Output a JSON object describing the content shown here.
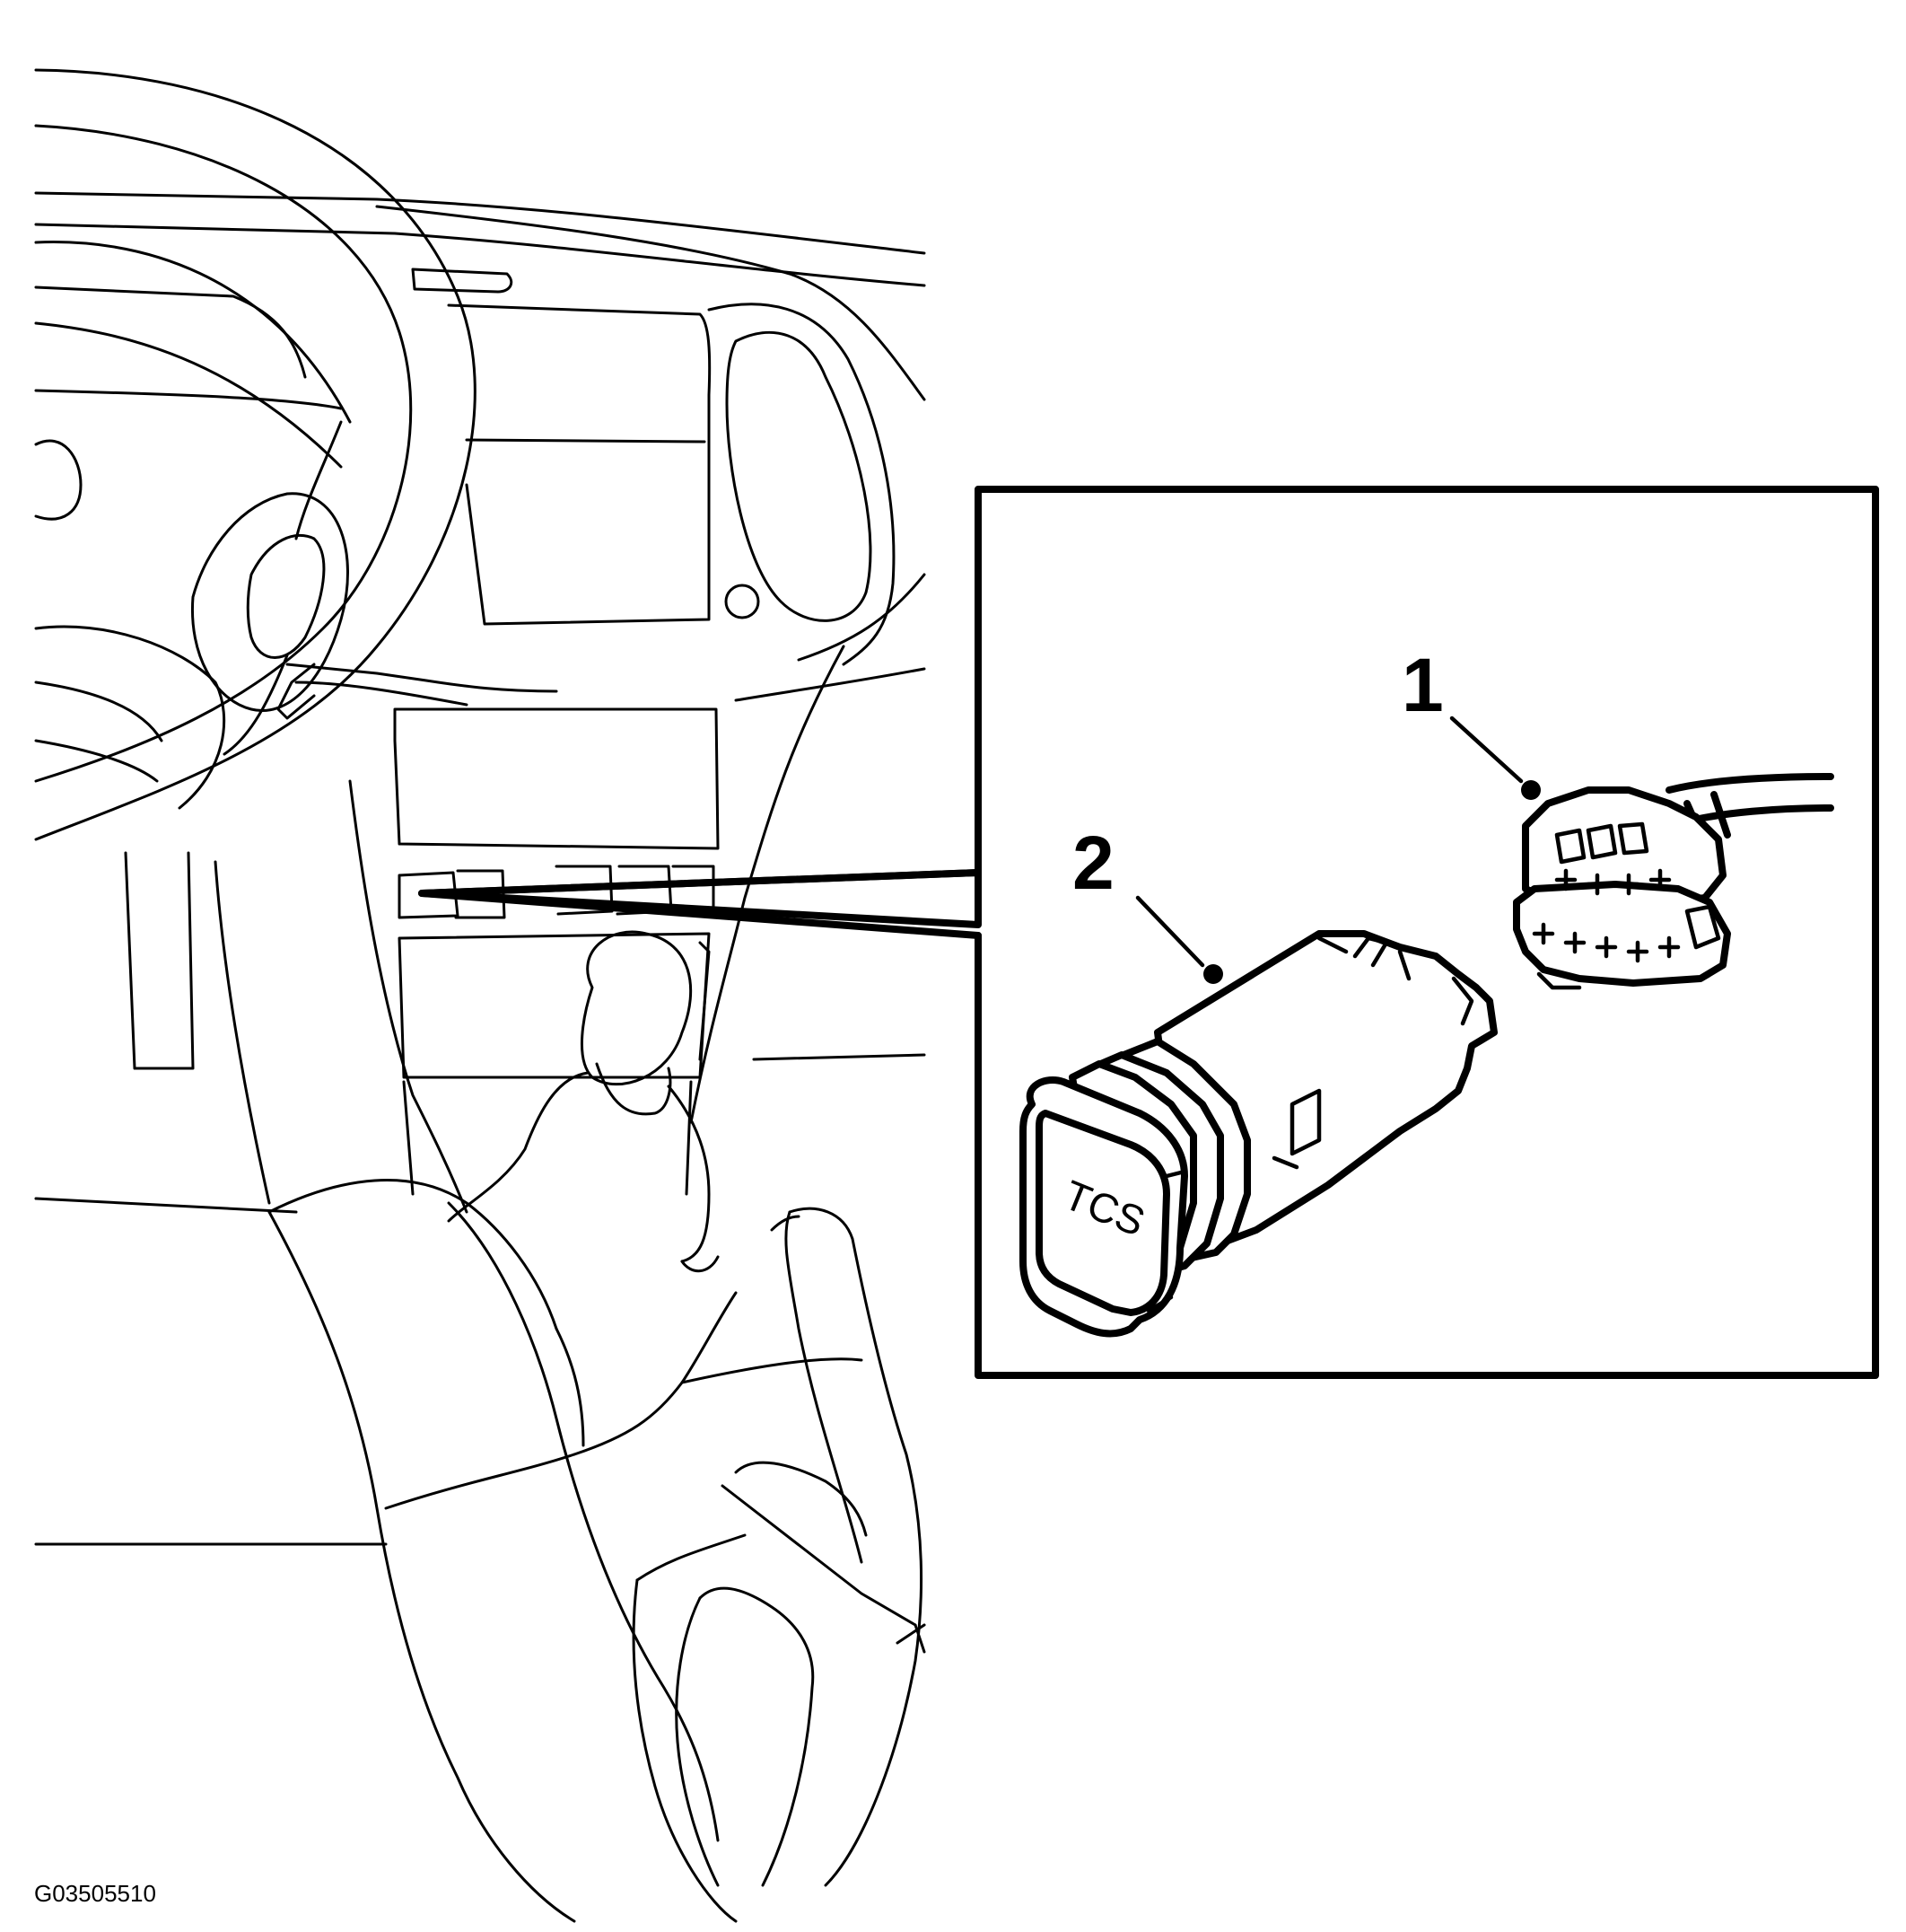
{
  "diagram": {
    "figure_id": "G03505510",
    "switch_label": "TCS",
    "callouts": [
      {
        "number": "1"
      },
      {
        "number": "2"
      }
    ]
  }
}
